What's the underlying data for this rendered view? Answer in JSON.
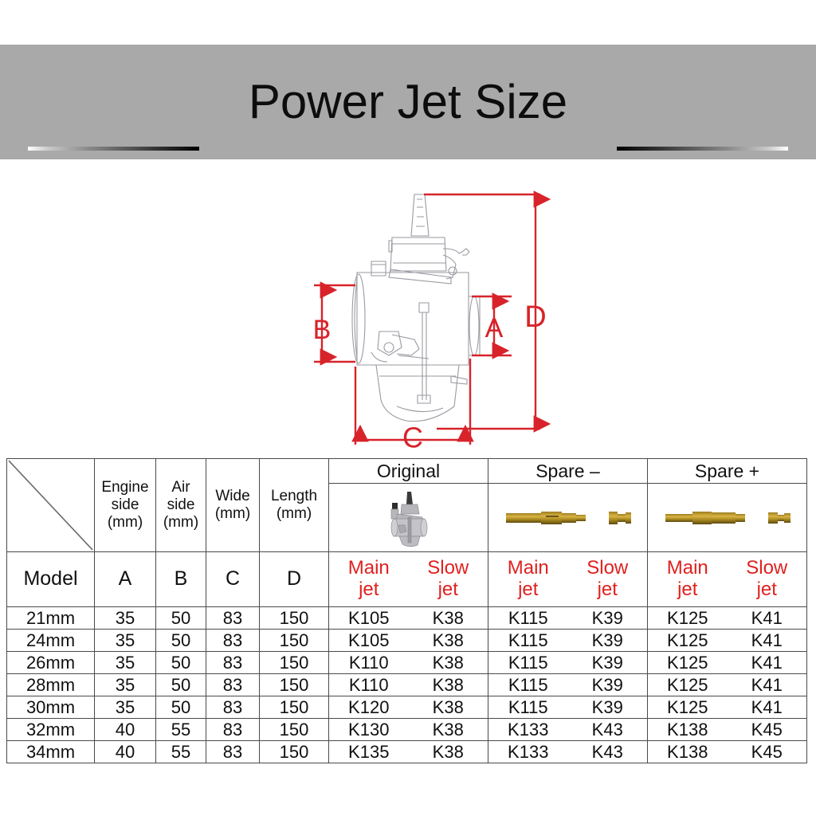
{
  "banner": {
    "title": "Power Jet Size",
    "background_color": "#a9a9a9",
    "title_color": "#0d0d0d",
    "left_rule": "gradient-rule-left",
    "right_rule": "gradient-rule-right"
  },
  "diagram": {
    "name": "carburetor-dimension-diagram",
    "dimension_labels": [
      "A",
      "B",
      "C",
      "D"
    ],
    "arrow_color": "#d8232a",
    "label_color": "#d8232a",
    "outline_color": "#8a8a92"
  },
  "table": {
    "accent_color": "#e0211f",
    "border_color": "#4a4a4a",
    "corner_cell": "diagonal-divider",
    "dimension_headers": [
      "Engine side (mm)",
      "Air side (mm)",
      "Wide (mm)",
      "Length (mm)"
    ],
    "dimension_headers_lines": [
      [
        "Engine",
        "side",
        "(mm)"
      ],
      [
        "Air",
        "side",
        "(mm)"
      ],
      [
        "Wide",
        "(mm)"
      ],
      [
        "Length",
        "(mm)"
      ]
    ],
    "group_labels": [
      "Original",
      "Spare –",
      "Spare +"
    ],
    "group_images": [
      "carburetor-photo",
      "jet-pair-photo",
      "jet-pair-photo"
    ],
    "sub_headers": {
      "model": "Model",
      "dims": [
        "A",
        "B",
        "C",
        "D"
      ],
      "jet_pair": [
        "Main jet",
        "Slow jet"
      ],
      "jet_pair_lines": [
        [
          "Main",
          "jet"
        ],
        [
          "Slow",
          "jet"
        ]
      ]
    },
    "rows": [
      {
        "model": "21mm",
        "a": "35",
        "b": "50",
        "c": "83",
        "d": "150",
        "orig_main": "K105",
        "orig_slow": "K38",
        "minus_main": "K115",
        "minus_slow": "K39",
        "plus_main": "K125",
        "plus_slow": "K41"
      },
      {
        "model": "24mm",
        "a": "35",
        "b": "50",
        "c": "83",
        "d": "150",
        "orig_main": "K105",
        "orig_slow": "K38",
        "minus_main": "K115",
        "minus_slow": "K39",
        "plus_main": "K125",
        "plus_slow": "K41"
      },
      {
        "model": "26mm",
        "a": "35",
        "b": "50",
        "c": "83",
        "d": "150",
        "orig_main": "K110",
        "orig_slow": "K38",
        "minus_main": "K115",
        "minus_slow": "K39",
        "plus_main": "K125",
        "plus_slow": "K41"
      },
      {
        "model": "28mm",
        "a": "35",
        "b": "50",
        "c": "83",
        "d": "150",
        "orig_main": "K110",
        "orig_slow": "K38",
        "minus_main": "K115",
        "minus_slow": "K39",
        "plus_main": "K125",
        "plus_slow": "K41"
      },
      {
        "model": "30mm",
        "a": "35",
        "b": "50",
        "c": "83",
        "d": "150",
        "orig_main": "K120",
        "orig_slow": "K38",
        "minus_main": "K115",
        "minus_slow": "K39",
        "plus_main": "K125",
        "plus_slow": "K41"
      },
      {
        "model": "32mm",
        "a": "40",
        "b": "55",
        "c": "83",
        "d": "150",
        "orig_main": "K130",
        "orig_slow": "K38",
        "minus_main": "K133",
        "minus_slow": "K43",
        "plus_main": "K138",
        "plus_slow": "K45"
      },
      {
        "model": "34mm",
        "a": "40",
        "b": "55",
        "c": "83",
        "d": "150",
        "orig_main": "K135",
        "orig_slow": "K38",
        "minus_main": "K133",
        "minus_slow": "K43",
        "plus_main": "K138",
        "plus_slow": "K45"
      }
    ]
  }
}
